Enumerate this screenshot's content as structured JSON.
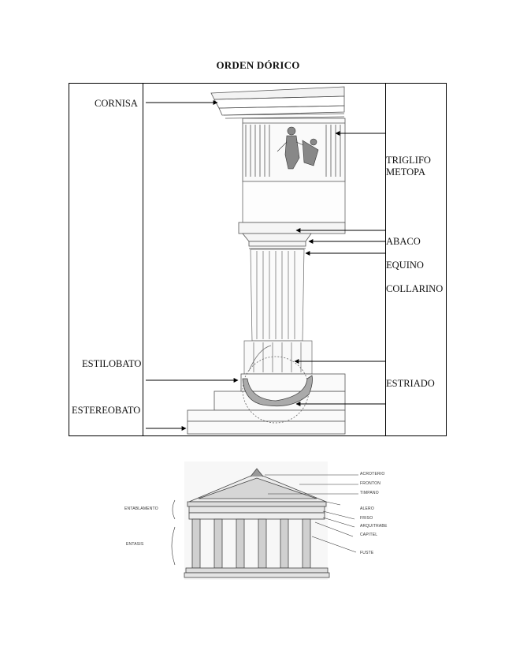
{
  "page": {
    "title": "ORDEN DÓRICO"
  },
  "diagram_top": {
    "labels_left": [
      "CORNISA",
      "ESTILOBATO",
      "ESTEREOBATO"
    ],
    "labels_right": [
      "TRIGLIFO",
      "METOPA",
      "ABACO",
      "EQUINO",
      "COLLARINO",
      "ESTRIADO"
    ]
  },
  "diagram_bottom": {
    "labels_left": [
      "ENTABLAMENTO",
      "ENTASIS"
    ],
    "labels_right": [
      "ACROTERIO",
      "FRONTON",
      "TIMPANO",
      "ALERO",
      "FRISO",
      "ARQUITRABE",
      "CAPITEL",
      "FUSTE"
    ]
  },
  "colors": {
    "line": "#000000",
    "sketch": "#555555",
    "fill": "#eeeeee"
  }
}
